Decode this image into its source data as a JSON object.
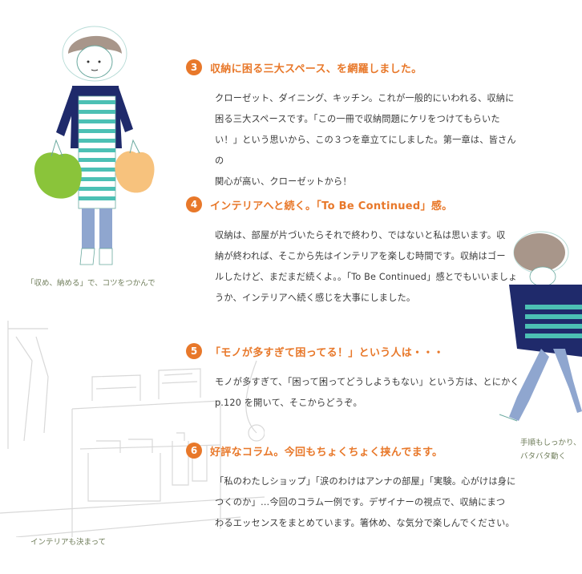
{
  "sections": [
    {
      "number": "3",
      "title": "収納に困る三大スペース、を網羅しました。",
      "lines": [
        "クローゼット、ダイニング、キッチン。これが一般的にいわれる、収納に",
        "困る三大スペースです。「この一冊で収納問題にケリをつけてもらいた",
        "い！」という思いから、この３つを章立てにしました。第一章は、皆さんの",
        "関心が高い、クローゼットから！"
      ]
    },
    {
      "number": "4",
      "title": "インテリアへと続く。「To Be Continued」感。",
      "lines": [
        "収納は、部屋が片づいたらそれで終わり、ではないと私は思います。収",
        "納が終われば、そこから先はインテリアを楽しむ時間です。収納はゴー",
        "ルしたけど、まだまだ続くよ。。「To Be Continued」感とでもいいましょ",
        "うか、インテリアへ続く感じを大事にしました。"
      ]
    },
    {
      "number": "5",
      "title": "「モノが多すぎて困ってる！」という人は・・・",
      "lines": [
        "モノが多すぎて、「困って困ってどうしようもない」という方は、とにかく",
        "p.120 を開いて、そこからどうぞ。"
      ]
    },
    {
      "number": "6",
      "title": "好評なコラム。今回もちょくちょく挟んでます。",
      "lines": [
        "「私のわたしショップ」「涙のわけはアンナの部屋」「実験。心がけは身に",
        "つくのか」…今回のコラム一例です。デザイナーの視点で、収納にまつ",
        "わるエッセンスをまとめています。箸休め、な気分で楽しんでください。"
      ]
    }
  ],
  "captions": {
    "left_figure": "「収め、納める」で、コツをつかんで",
    "right_figure_line1": "手順もしっかり、",
    "right_figure_line2": "バタバタ動く",
    "bottom_figure": "インテリアも決まって"
  },
  "colors": {
    "accent": "#e8782a",
    "caption": "#6f7d5a",
    "navy": "#1f2a6b",
    "teal": "#4cc0b4",
    "green_bag": "#8ac43a",
    "orange_bag": "#f7c27d",
    "hair": "#a8968a",
    "jeans": "#8fa6cf"
  }
}
